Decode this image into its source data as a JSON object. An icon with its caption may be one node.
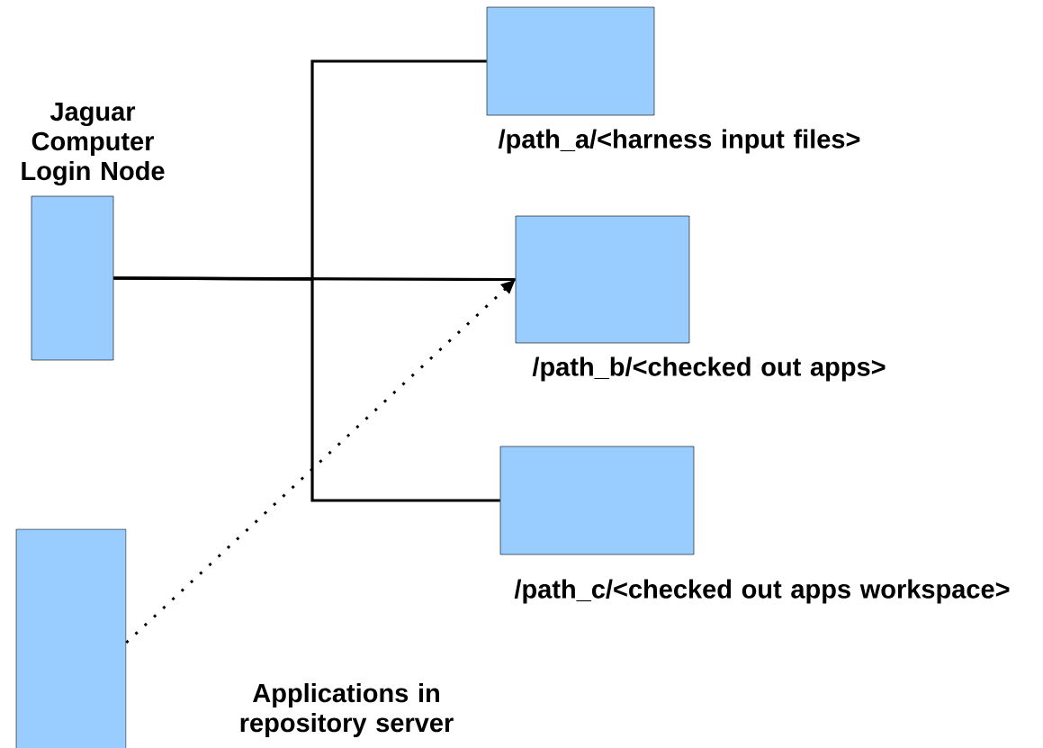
{
  "diagram": {
    "nodes": [
      {
        "text": [
          "Jaguar Computer Login Node"
        ]
      },
      {
        "text": [
          "/path_a/<harness input files>"
        ]
      },
      {
        "text": [
          "/path_b/<checked out apps>"
        ]
      },
      {
        "text": [
          "/path_c/<checked out apps workspace>"
        ]
      },
      {
        "text": [
          "Applications in repository server"
        ]
      }
    ],
    "edges": [
      {
        "from": 0,
        "to": 1,
        "arrow": "none"
      },
      {
        "from": 0,
        "to": 2,
        "arrow": "none"
      },
      {
        "from": 0,
        "to": 3,
        "arrow": "none"
      },
      {
        "from": 4,
        "to": 2,
        "arrow": "to",
        "style": "dashed"
      }
    ]
  }
}
